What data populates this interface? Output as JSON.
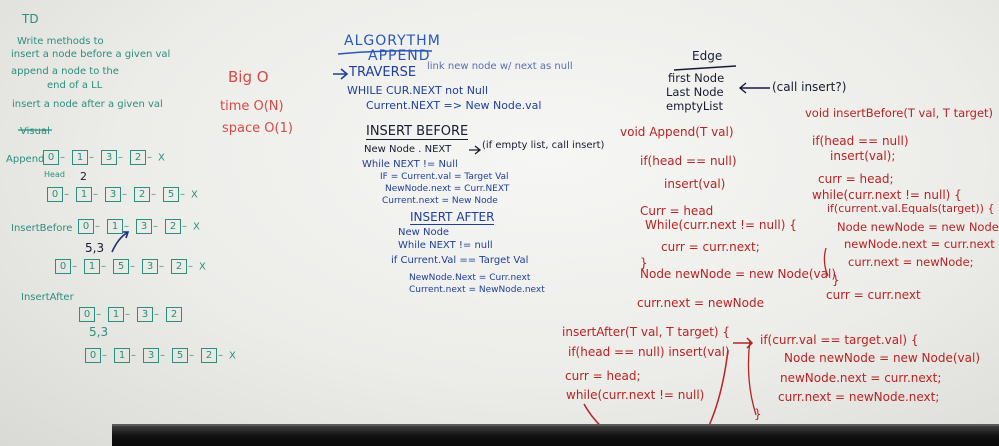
{
  "teal_notes": {
    "title": "TD",
    "task_lines": [
      "Write methods to",
      "insert a node before a given val",
      "append a node to the",
      "end of a LL",
      "insert a node after a given val"
    ],
    "visual_label": "Visual",
    "append_label": "Append",
    "head_label": "Head",
    "insert_before_label": "InsertBefore",
    "insert_before_args": "5,3",
    "insert_after_label": "InsertAfter",
    "insert_after_args": "5,3",
    "number_2": "2",
    "list_append": [
      "0",
      "1",
      "3",
      "2"
    ],
    "list_append_result": [
      "0",
      "1",
      "3",
      "2",
      "5"
    ],
    "list_before": [
      "0",
      "1",
      "3",
      "2"
    ],
    "list_before_result": [
      "0",
      "1",
      "5",
      "3",
      "2"
    ],
    "list_after": [
      "0",
      "1",
      "3",
      "2"
    ],
    "list_after_result": [
      "0",
      "1",
      "3",
      "5",
      "2"
    ],
    "terminator": "X"
  },
  "bigo": {
    "title": "Big O",
    "time": "time O(N)",
    "space": "space O(1)"
  },
  "algorithm": {
    "title": "ALGORYTHM",
    "append_heading": "APPEND",
    "append_lines": [
      "TRAVERSE",
      "WHILE CUR.NEXT not Null",
      "Current.NEXT => New Node.val"
    ],
    "append_note": "link new node w/ next as null",
    "insert_before_heading": "INSERT BEFORE",
    "insert_before_lines": [
      "New Node . NEXT",
      "While NEXT != Null",
      "IF = Current.val = Target Val",
      "NewNode.next = Curr.NEXT",
      "Current.next = New Node"
    ],
    "insert_before_note": "(if empty list, call insert)",
    "insert_after_heading": "INSERT AFTER",
    "insert_after_lines": [
      "New Node",
      "While NEXT != null",
      "if Current.Val == Target Val",
      "NewNode.Next = Curr.next",
      "Current.next = NewNode.next"
    ]
  },
  "edge": {
    "title": "Edge",
    "lines": [
      "first Node",
      "Last Node",
      "emptyList"
    ],
    "note": "(call insert?)"
  },
  "append_code": [
    "void Append(T val)",
    "if(head == null)",
    "insert(val)",
    "Curr = head",
    "While(curr.next != null) {",
    "curr = curr.next;",
    "}",
    "Node newNode = new Node(val)",
    "curr.next = newNode"
  ],
  "insert_before_code": [
    "void insertBefore(T val, T target)",
    "if(head == null)",
    "insert(val);",
    "curr = head;",
    "while(curr.next != null) {",
    "if(current.val.Equals(target)) {",
    "Node newNode = new Node(val)",
    "newNode.next = curr.next",
    "curr.next = newNode;",
    "}",
    "curr = curr.next"
  ],
  "insert_after_code": [
    "insertAfter(T val, T target) {",
    "if(head == null) insert(val)",
    "curr = head;",
    "while(curr.next != null)"
  ],
  "insert_after_cont": [
    "if(curr.val == target.val) {",
    "Node newNode = new Node(val)",
    "newNode.next = curr.next;",
    "curr.next = newNode.next;",
    "}"
  ],
  "colors": {
    "teal": "#2c8e7c",
    "blue": "#1f3f9a",
    "navy": "#171c33",
    "red": "#b72424"
  }
}
